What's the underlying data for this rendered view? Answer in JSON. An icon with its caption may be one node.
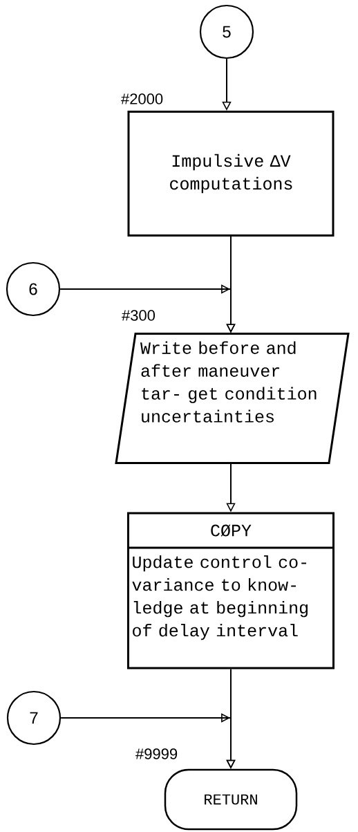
{
  "diagram": {
    "nodes": [
      {
        "text": [
          "5"
        ]
      },
      {
        "text": [
          "Impulsive ΔV computations"
        ],
        "beside": [
          "#2000"
        ]
      },
      {
        "text": [
          "6"
        ]
      },
      {
        "text": [
          "Write before and after maneuver tar- get condition uncertainties"
        ],
        "beside": [
          "#300"
        ]
      },
      {
        "text": [
          "CØPY",
          "Update control co- variance to know- ledge at beginning of delay interval"
        ]
      },
      {
        "text": [
          "7"
        ]
      },
      {
        "text": [
          "RETURN"
        ],
        "beside": [
          "#9999"
        ]
      }
    ],
    "edges": [
      {
        "from": 0,
        "to": 1,
        "arrow": "to"
      },
      {
        "from": 1,
        "to": 3,
        "arrow": "to"
      },
      {
        "from": 2,
        "to": 3,
        "arrow": "to"
      },
      {
        "from": 3,
        "to": 4,
        "arrow": "to"
      },
      {
        "from": 4,
        "to": 6,
        "arrow": "to"
      },
      {
        "from": 5,
        "to": 6,
        "arrow": "to"
      }
    ]
  }
}
